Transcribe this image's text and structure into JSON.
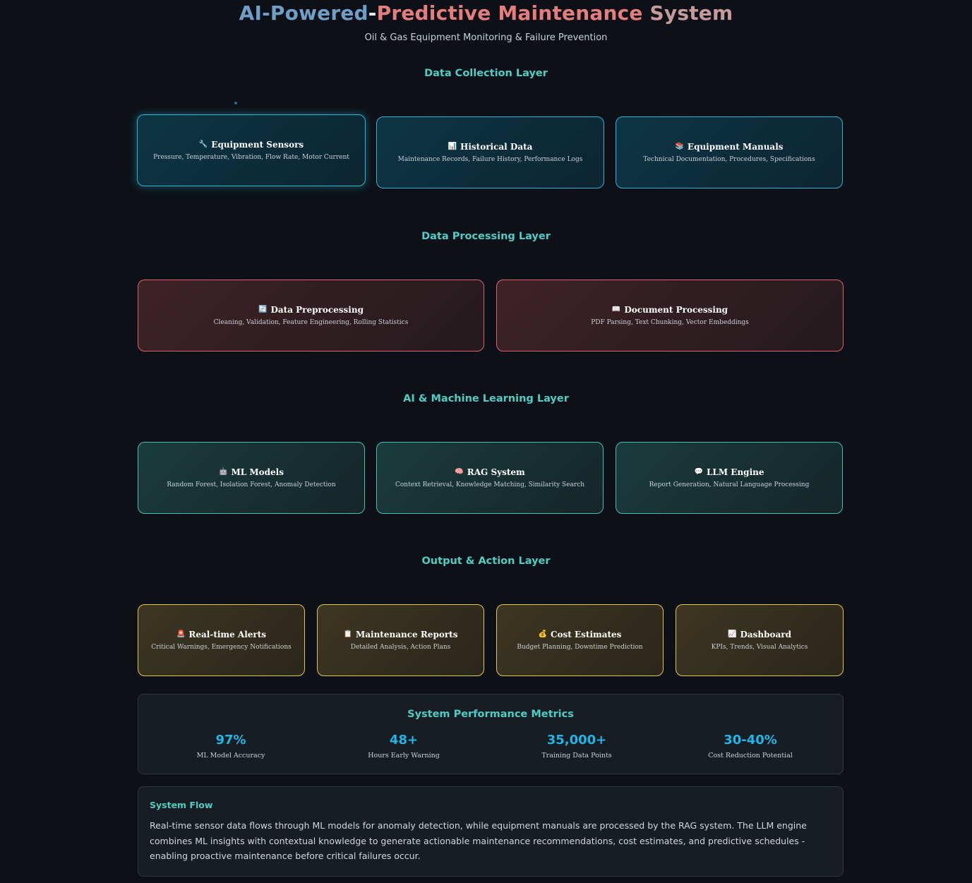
{
  "header": {
    "title_part1": "AI-Powered",
    "title_part2": "Predictive Maintenance",
    "title_part3": "System",
    "subtitle": "Oil & Gas Equipment Monitoring & Failure Prevention"
  },
  "layers": {
    "collection": {
      "title": "Data Collection Layer",
      "cards": [
        {
          "icon": "🔧",
          "icon_name": "wrench-icon",
          "name": "Equipment Sensors",
          "desc": "Pressure, Temperature, Vibration, Flow Rate, Motor Current"
        },
        {
          "icon": "📊",
          "icon_name": "bar-chart-icon",
          "name": "Historical Data",
          "desc": "Maintenance Records, Failure History, Performance Logs"
        },
        {
          "icon": "📚",
          "icon_name": "books-icon",
          "name": "Equipment Manuals",
          "desc": "Technical Documentation, Procedures, Specifications"
        }
      ]
    },
    "processing": {
      "title": "Data Processing Layer",
      "cards": [
        {
          "icon": "🔄",
          "icon_name": "refresh-icon",
          "name": "Data Preprocessing",
          "desc": "Cleaning, Validation, Feature Engineering, Rolling Statistics"
        },
        {
          "icon": "📖",
          "icon_name": "open-book-icon",
          "name": "Document Processing",
          "desc": "PDF Parsing, Text Chunking, Vector Embeddings"
        }
      ]
    },
    "ai": {
      "title": "AI & Machine Learning Layer",
      "cards": [
        {
          "icon": "🤖",
          "icon_name": "robot-icon",
          "name": "ML Models",
          "desc": "Random Forest, Isolation Forest, Anomaly Detection"
        },
        {
          "icon": "🧠",
          "icon_name": "brain-icon",
          "name": "RAG System",
          "desc": "Context Retrieval, Knowledge Matching, Similarity Search"
        },
        {
          "icon": "💬",
          "icon_name": "speech-bubble-icon",
          "name": "LLM Engine",
          "desc": "Report Generation, Natural Language Processing"
        }
      ]
    },
    "output": {
      "title": "Output & Action Layer",
      "cards": [
        {
          "icon": "🚨",
          "icon_name": "siren-icon",
          "name": "Real-time Alerts",
          "desc": "Critical Warnings, Emergency Notifications"
        },
        {
          "icon": "📋",
          "icon_name": "clipboard-icon",
          "name": "Maintenance Reports",
          "desc": "Detailed Analysis, Action Plans"
        },
        {
          "icon": "💰",
          "icon_name": "money-bag-icon",
          "name": "Cost Estimates",
          "desc": "Budget Planning, Downtime Prediction"
        },
        {
          "icon": "📈",
          "icon_name": "trend-chart-icon",
          "name": "Dashboard",
          "desc": "KPIs, Trends, Visual Analytics"
        }
      ]
    }
  },
  "metrics": {
    "title": "System Performance Metrics",
    "items": [
      {
        "value": "97%",
        "label": "ML Model Accuracy"
      },
      {
        "value": "48+",
        "label": "Hours Early Warning"
      },
      {
        "value": "35,000+",
        "label": "Training Data Points"
      },
      {
        "value": "30-40%",
        "label": "Cost Reduction Potential"
      }
    ]
  },
  "flow": {
    "title": "System Flow",
    "text": "Real-time sensor data flows through ML models for anomaly detection, while equipment manuals are processed by the RAG system. The LLM engine combines ML insights with contextual knowledge to generate actionable maintenance recommendations, cost estimates, and predictive schedules - enabling proactive maintenance before critical failures occur."
  },
  "colors": {
    "background": "#0d1117",
    "accent_teal": "#4ecdc4",
    "metric_blue": "#1fb6e8",
    "collection_border": "#29b6d8",
    "processing_border": "#e0616b",
    "ai_border": "#45bfb0",
    "output_border": "#e3c64c"
  }
}
